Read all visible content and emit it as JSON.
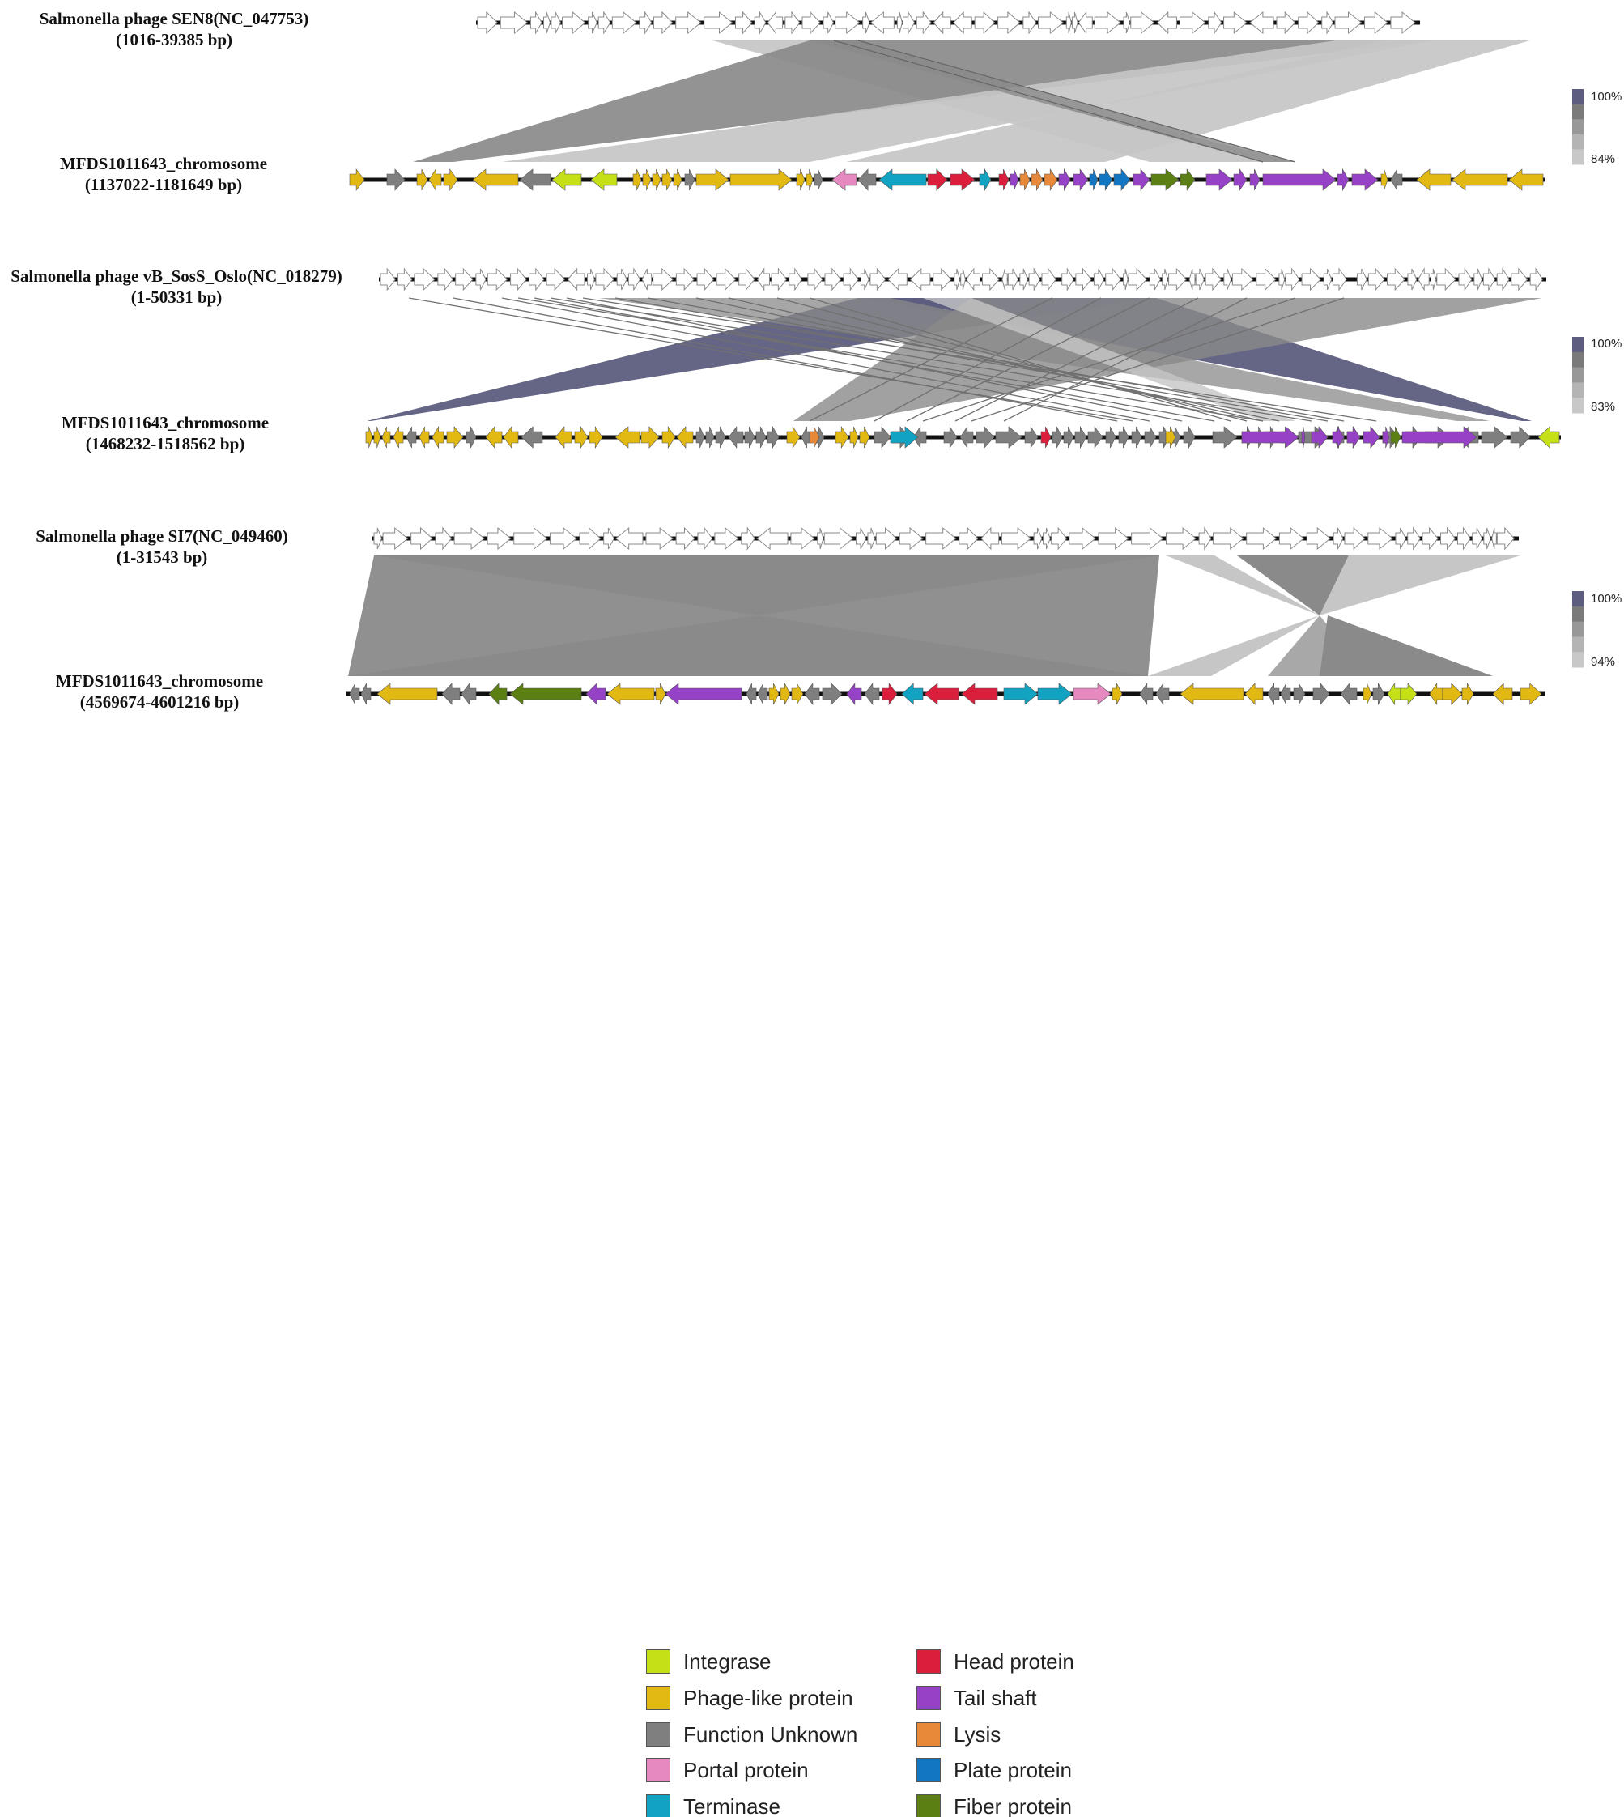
{
  "panels": [
    {
      "top_label": [
        "Salmonella phage SEN8(NC_047753)",
        "(1016-39385 bp)"
      ],
      "bottom_label": [
        "MFDS1011643_chromosome",
        "(1137022-1181649 bp)"
      ],
      "scale": {
        "max": "100%",
        "min": "84%"
      }
    },
    {
      "top_label": [
        "Salmonella phage vB_SosS_Oslo(NC_018279)",
        "(1-50331 bp)"
      ],
      "bottom_label": [
        "MFDS1011643_chromosome",
        "(1468232-1518562 bp)"
      ],
      "scale": {
        "max": "100%",
        "min": "83%"
      }
    },
    {
      "top_label": [
        "Salmonella phage SI7(NC_049460)",
        "(1-31543 bp)"
      ],
      "bottom_label": [
        "MFDS1011643_chromosome",
        "(4569674-4601216 bp)"
      ],
      "scale": {
        "max": "100%",
        "min": "94%"
      }
    }
  ],
  "legend": [
    {
      "label": "Integrase",
      "color": "#c5e017"
    },
    {
      "label": "Phage-like protein",
      "color": "#e2b912"
    },
    {
      "label": "Function Unknown",
      "color": "#7f7f7f"
    },
    {
      "label": "Portal protein",
      "color": "#e589c0"
    },
    {
      "label": "Terminase",
      "color": "#12a3c2"
    },
    {
      "label": "Head protein",
      "color": "#dc1e3d"
    },
    {
      "label": "Tail shaft",
      "color": "#9642c6"
    },
    {
      "label": "Lysis",
      "color": "#e8893a"
    },
    {
      "label": "Plate protein",
      "color": "#1376c2"
    },
    {
      "label": "Fiber protein",
      "color": "#5b7f12"
    }
  ],
  "colors": {
    "identity_high": "#5d5d80",
    "identity_mid": "#8a8a8a",
    "identity_low": "#c6c6c6",
    "genome_line": "#111111"
  }
}
